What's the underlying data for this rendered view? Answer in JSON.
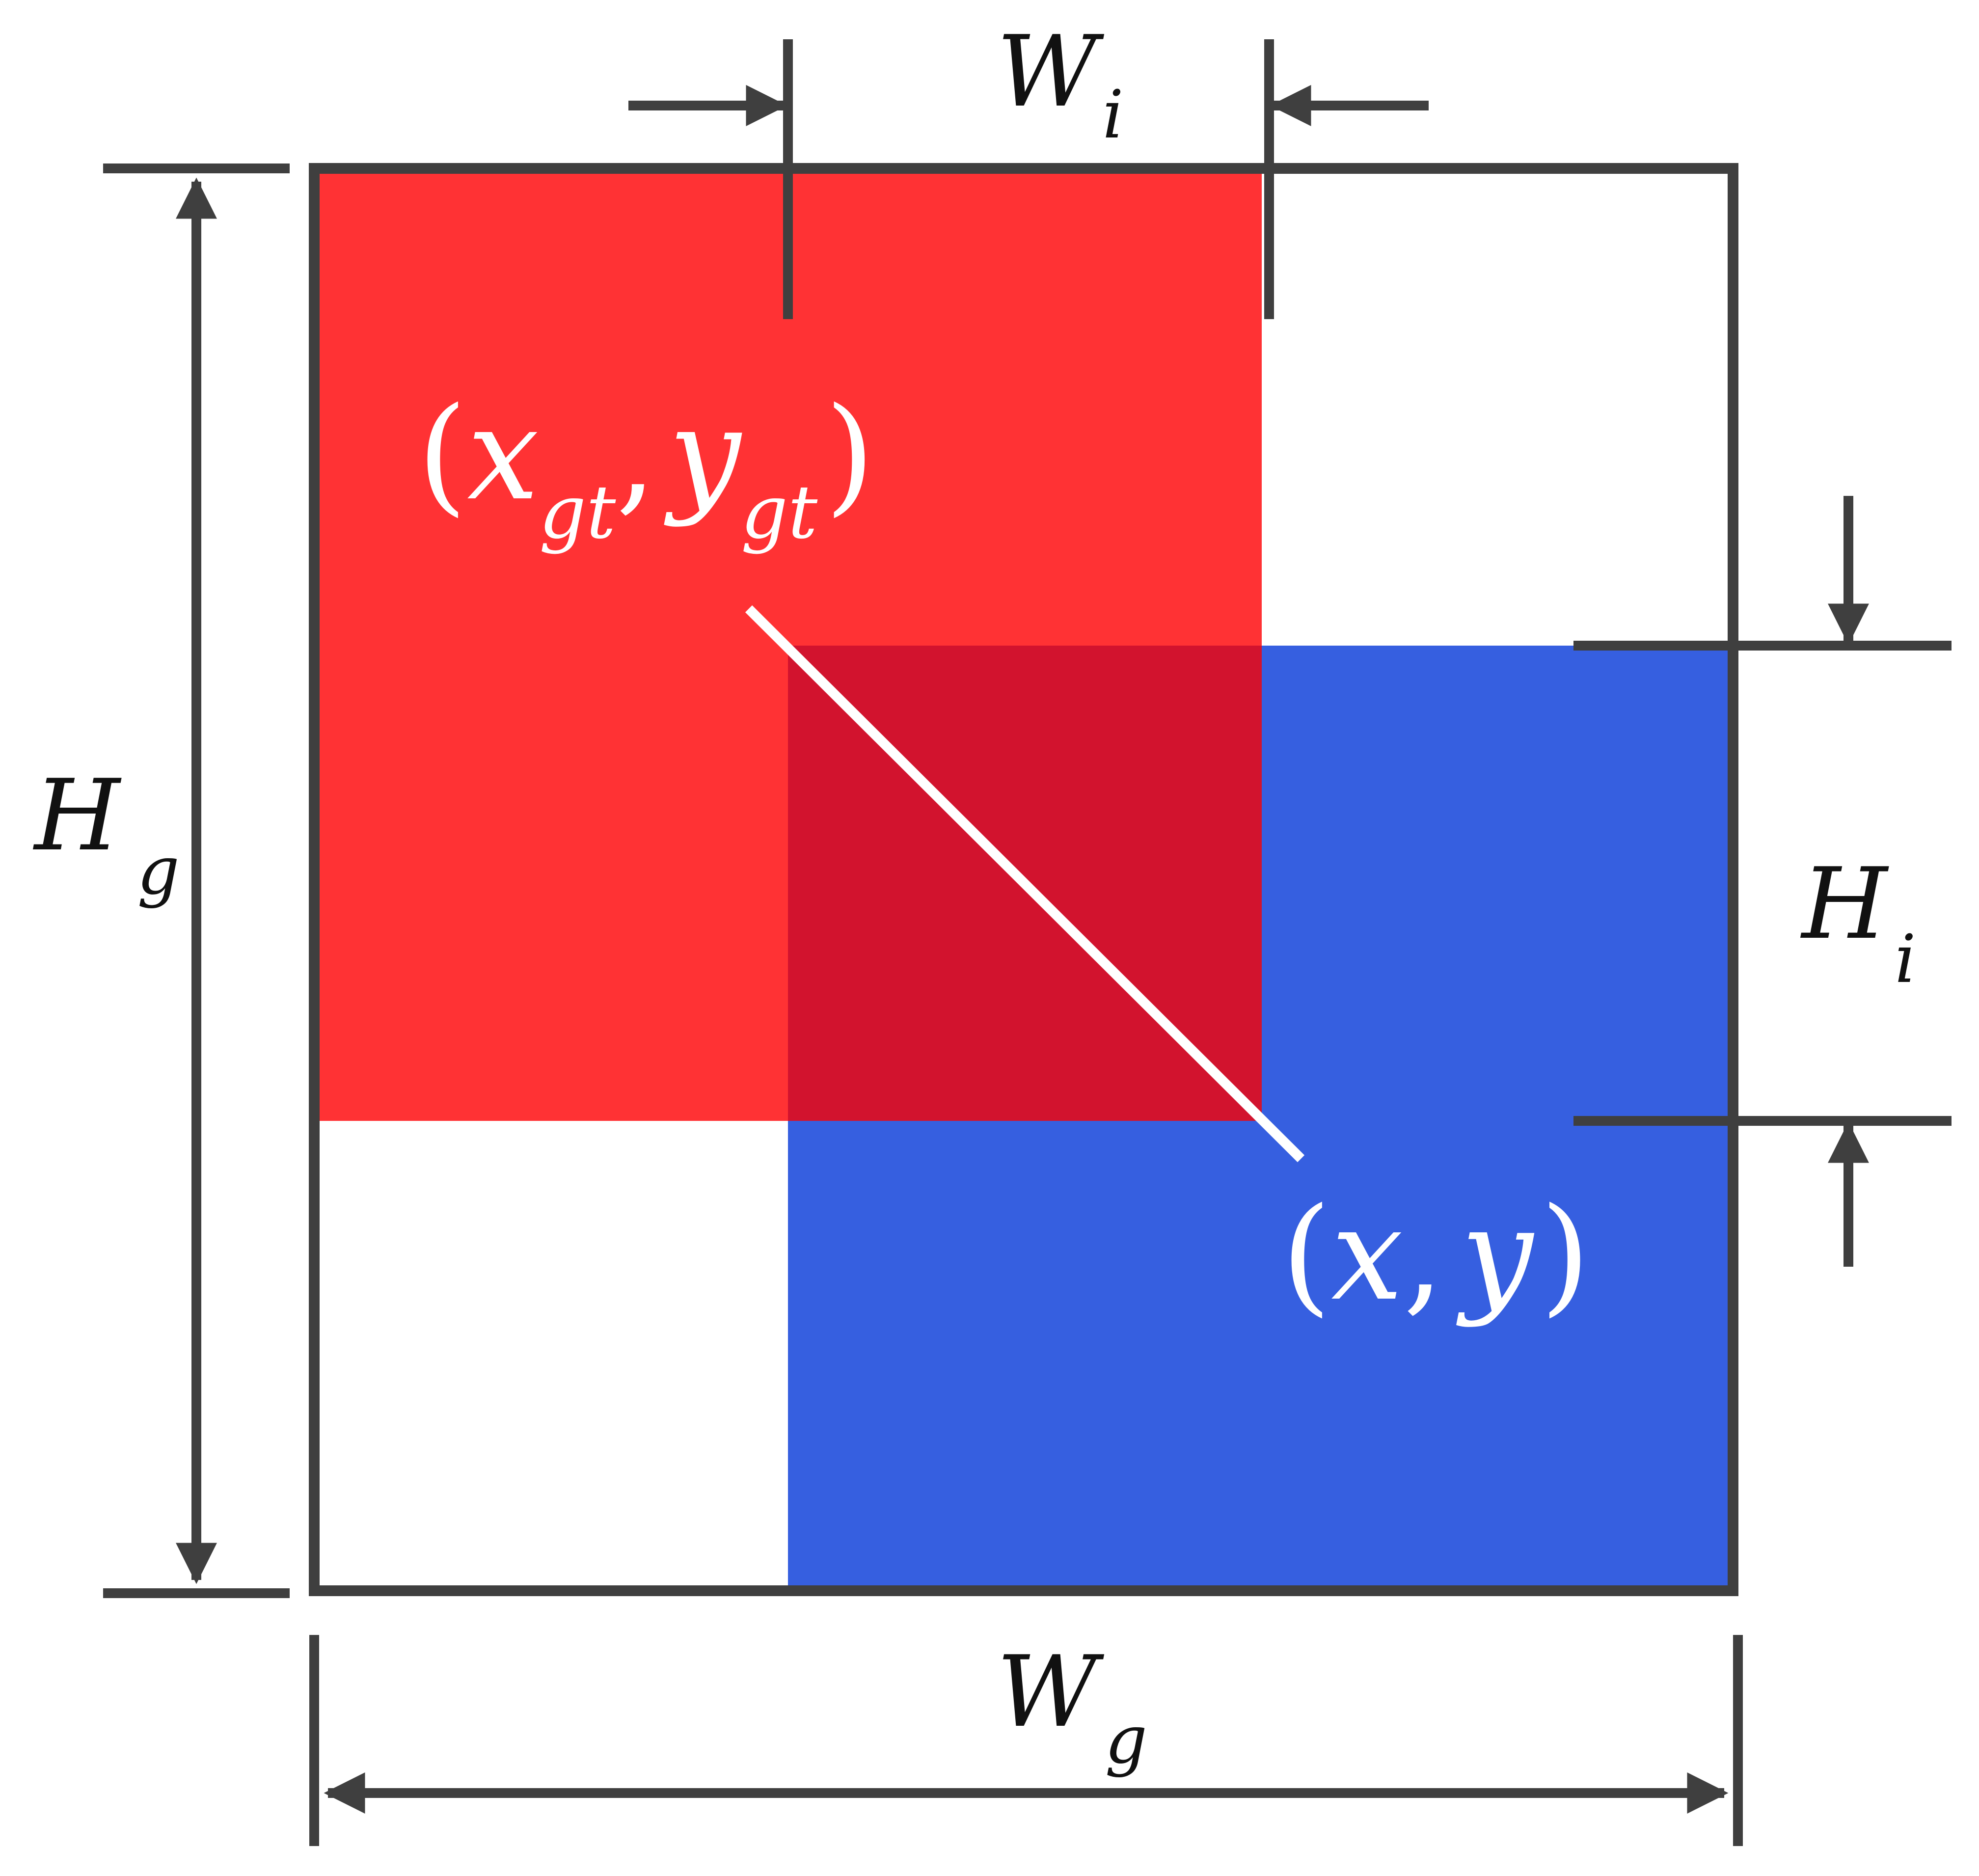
{
  "labels": {
    "w_i": {
      "main": "W",
      "sub": "i"
    },
    "h_g": {
      "main": "H",
      "sub": "g"
    },
    "h_i": {
      "main": "H",
      "sub": "i"
    },
    "w_g": {
      "main": "W",
      "sub": "g"
    },
    "gt_center": {
      "open": "(",
      "x": "x",
      "x_sub": "gt",
      "comma": ",",
      "y": "y",
      "y_sub": "gt",
      "close": ")"
    },
    "pred_center": {
      "open": "(",
      "x": "x",
      "comma": ",",
      "y": "y",
      "close": ")"
    }
  },
  "colors": {
    "ground_truth_box": "#ff3234",
    "predicted_box": "#365fe0",
    "intersection": "#d2132e",
    "outline": "#3f3f3f",
    "center_line": "#ffffff",
    "label_text": "#111111",
    "center_label_text": "#ffffff"
  }
}
